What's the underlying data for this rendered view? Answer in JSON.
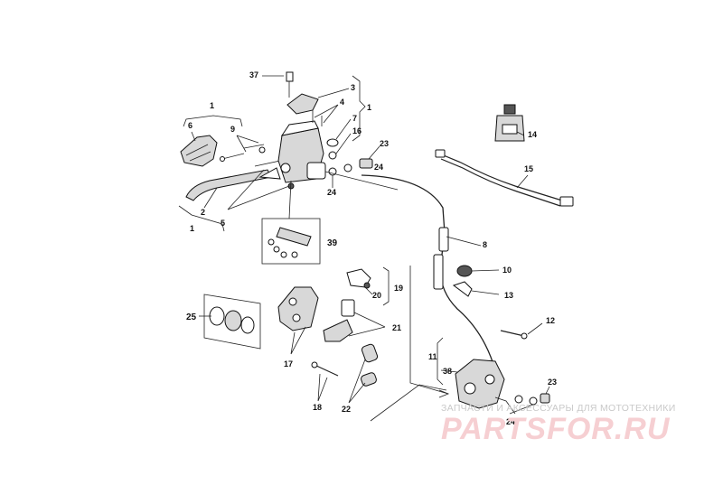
{
  "labels": {
    "l1a": "1",
    "l1b": "1",
    "l1c": "1",
    "l2": "2",
    "l3": "3",
    "l4": "4",
    "l5": "5",
    "l6": "6",
    "l7": "7",
    "l8": "8",
    "l9": "9",
    "l10": "10",
    "l11": "11",
    "l12": "12",
    "l13": "13",
    "l14": "14",
    "l15": "15",
    "l16": "16",
    "l17": "17",
    "l18": "18",
    "l19": "19",
    "l20": "20",
    "l21": "21",
    "l22": "22",
    "l23a": "23",
    "l23b": "23",
    "l24a": "24",
    "l24b": "24",
    "l24c": "24",
    "l25": "25",
    "l37": "37",
    "l38": "38",
    "l39": "39"
  },
  "watermark": {
    "tagline": "ЗАПЧАСТИ И АКСЕССУАРЫ ДЛЯ МОТОТЕХНИКИ",
    "logo": "PARTSFOR.RU"
  },
  "colors": {
    "line": "#222222",
    "watermark_logo": "#f6cfd2",
    "watermark_text": "#c9c9c9"
  }
}
